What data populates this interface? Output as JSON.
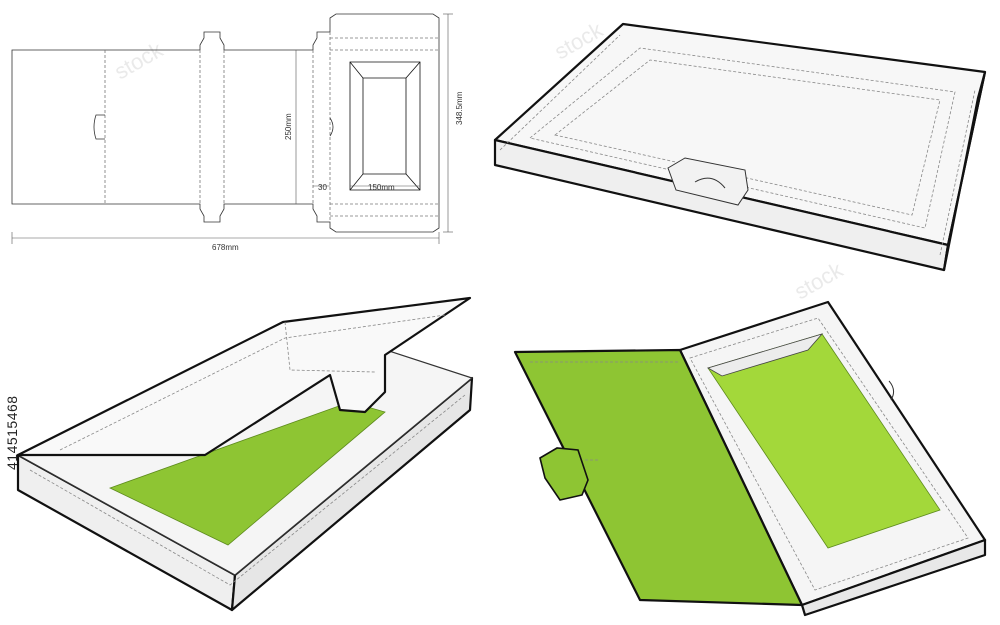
{
  "dieline": {
    "dimensions": {
      "total_width": "678mm",
      "height": "348.5mm",
      "inner_height": "250mm",
      "window_width": "150mm",
      "margin": "30"
    }
  },
  "colors": {
    "green_inner": "#a3d83a",
    "green_flap": "#8ec533",
    "outline": "#111111",
    "dashed": "#888888",
    "body_fill": "#f3f3f3"
  },
  "stock_id": "414515468",
  "watermark_text": "stock"
}
